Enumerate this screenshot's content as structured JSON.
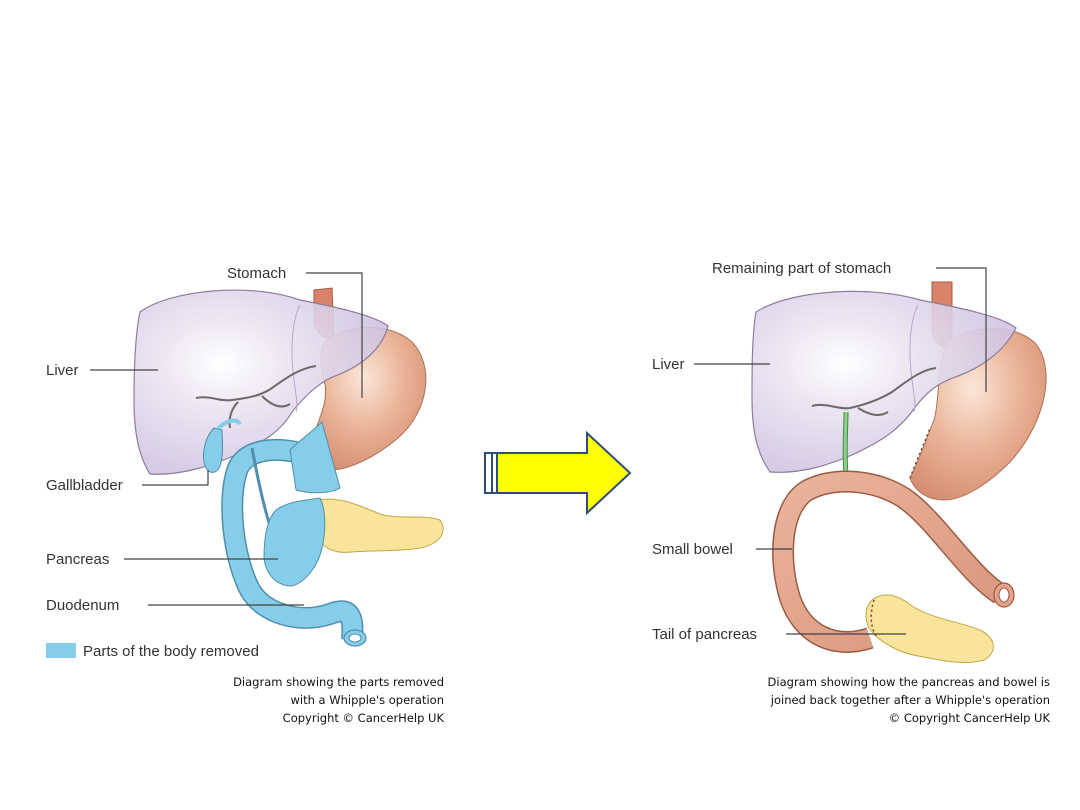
{
  "left_diagram": {
    "labels": {
      "stomach": "Stomach",
      "liver": "Liver",
      "gallbladder": "Gallbladder",
      "pancreas": "Pancreas",
      "duodenum": "Duodenum"
    },
    "legend": "Parts of the body removed",
    "caption": [
      "Diagram showing the parts removed",
      "with a Whipple's operation",
      "Copyright © CancerHelp UK"
    ]
  },
  "right_diagram": {
    "labels": {
      "stomach": "Remaining part of stomach",
      "liver": "Liver",
      "small_bowel": "Small bowel",
      "tail_of_pancreas": "Tail of pancreas"
    },
    "caption": [
      "Diagram showing how the pancreas and bowel is",
      "joined back together after a Whipple's operation",
      "© Copyright CancerHelp UK"
    ]
  },
  "colors": {
    "removed": "#86cde9",
    "liver": "#dcd3ea",
    "stomach": "#e4ab8e",
    "pancreas": "#f8e49a",
    "bowel": "#e2a58c",
    "arrow_fill": "#ffff00",
    "arrow_outline": "#2f4d7a"
  }
}
